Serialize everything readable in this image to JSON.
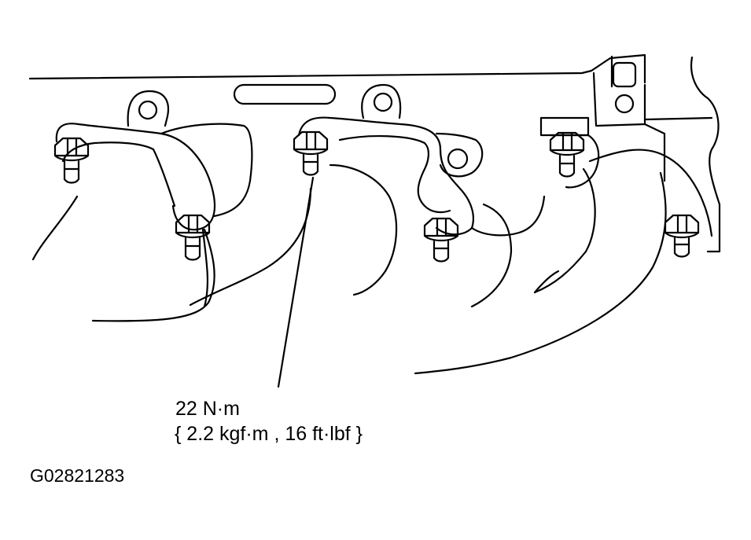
{
  "callout": {
    "torque": "22 N·m",
    "torque_alt": "{ 2.2 kgf·m , 16 ft·lbf }"
  },
  "figure_code": "G02821283"
}
